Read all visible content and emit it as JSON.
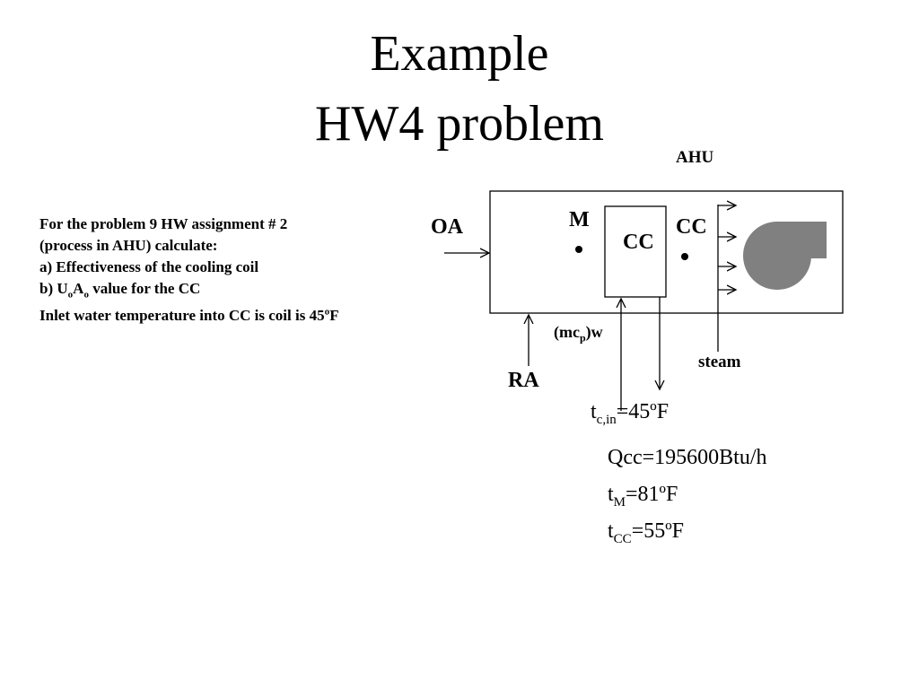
{
  "title": {
    "line1": "Example",
    "line2": "HW4 problem"
  },
  "problem": {
    "line1": "For the problem 9 HW assignment # 2",
    "line2": "(process in AHU)  calculate:",
    "line3": "a) Effectiveness of the cooling coil",
    "line4_prefix": "b) U",
    "line4_sub1": "o",
    "line4_mid": "A",
    "line4_sub2": "o",
    "line4_suffix": " value for the CC",
    "line5": "Inlet water temperature into CC is coil is 45ºF"
  },
  "diagram": {
    "ahu_label": "AHU",
    "oa_label": "OA",
    "ra_label": "RA",
    "m_label": "M",
    "cc_box_label": "CC",
    "cc_point_label": "CC",
    "steam_label": "steam",
    "water_flow_prefix": "(mc",
    "water_flow_sub": "p",
    "water_flow_suffix": ")w",
    "fan_color": "#808080"
  },
  "givens": {
    "tcin_base": "t",
    "tcin_sub": "c,in",
    "tcin_value": "=45ºF",
    "qcc": "Qcc=195600Btu/h",
    "tm_base": "t",
    "tm_sub": "M",
    "tm_value": "=81ºF",
    "tcc_base": "t",
    "tcc_sub": "CC",
    "tcc_value": "=55ºF"
  }
}
